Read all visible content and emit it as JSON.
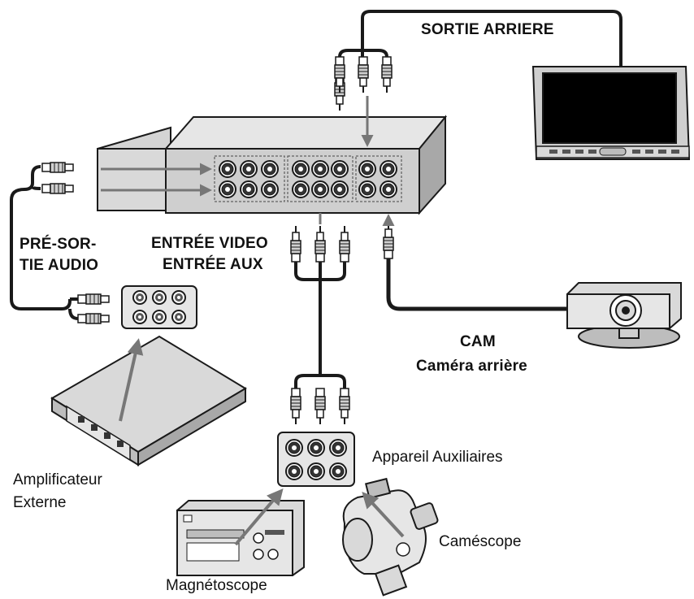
{
  "labels": {
    "sortie_arriere": "SORTIE ARRIERE",
    "pre_sortie_line1": "PRÉ-SOR-",
    "pre_sortie_line2": "TIE AUDIO",
    "entree_video": "ENTRÉE VIDEO",
    "entree_aux": "ENTRÉE AUX",
    "cam": "CAM",
    "camera_arriere": "Caméra arrière",
    "appareil_auxiliaires": "Appareil Auxiliaires",
    "amplificateur_line1": "Amplificateur",
    "amplificateur_line2": "Externe",
    "camescope": "Caméscope",
    "magnetoscope": "Magnétoscope"
  },
  "colors": {
    "line": "#1a1a1a",
    "fill_light": "#d9d9d9",
    "fill_mid": "#bdbdbd",
    "fill_dark": "#8c8c8c",
    "arrow": "#808080",
    "screen": "#000000"
  }
}
